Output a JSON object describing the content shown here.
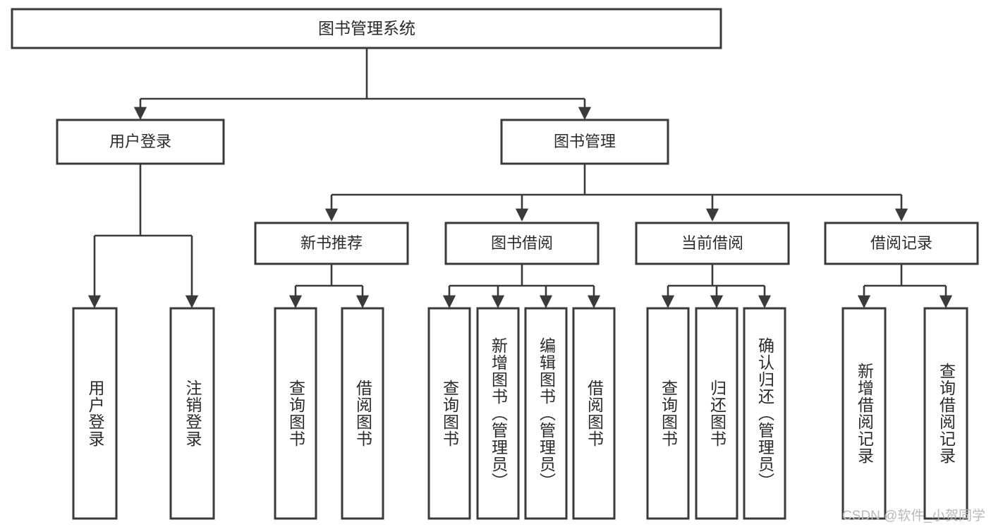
{
  "diagram": {
    "type": "tree",
    "title": "图书管理系统",
    "root": {
      "label": "图书管理系统"
    },
    "level2": [
      {
        "label": "用户登录"
      },
      {
        "label": "图书管理"
      }
    ],
    "level3": [
      {
        "label": "新书推荐"
      },
      {
        "label": "图书借阅"
      },
      {
        "label": "当前借阅"
      },
      {
        "label": "借阅记录"
      }
    ],
    "leaves": [
      {
        "label": "用户登录",
        "parent": "用户登录"
      },
      {
        "label": "注销登录",
        "parent": "用户登录"
      },
      {
        "label": "查询图书",
        "parent": "新书推荐"
      },
      {
        "label": "借阅图书",
        "parent": "新书推荐"
      },
      {
        "label": "查询图书",
        "parent": "图书借阅"
      },
      {
        "label": "新增图书（管理员）",
        "parent": "图书借阅"
      },
      {
        "label": "编辑图书（管理员）",
        "parent": "图书借阅"
      },
      {
        "label": "借阅图书",
        "parent": "图书借阅"
      },
      {
        "label": "查询图书",
        "parent": "当前借阅"
      },
      {
        "label": "归还图书",
        "parent": "当前借阅"
      },
      {
        "label": "确认归还（管理员）",
        "parent": "当前借阅"
      },
      {
        "label": "新增借阅记录",
        "parent": "借阅记录"
      },
      {
        "label": "查询借阅记录",
        "parent": "借阅记录"
      }
    ],
    "colors": {
      "box_stroke": "#3a3a3a",
      "box_fill": "#ffffff",
      "text": "#2b2b2b",
      "background": "#ffffff",
      "watermark": "#b9b9b9"
    }
  },
  "watermark": {
    "text": "CSDN @软件_小贺同学"
  }
}
